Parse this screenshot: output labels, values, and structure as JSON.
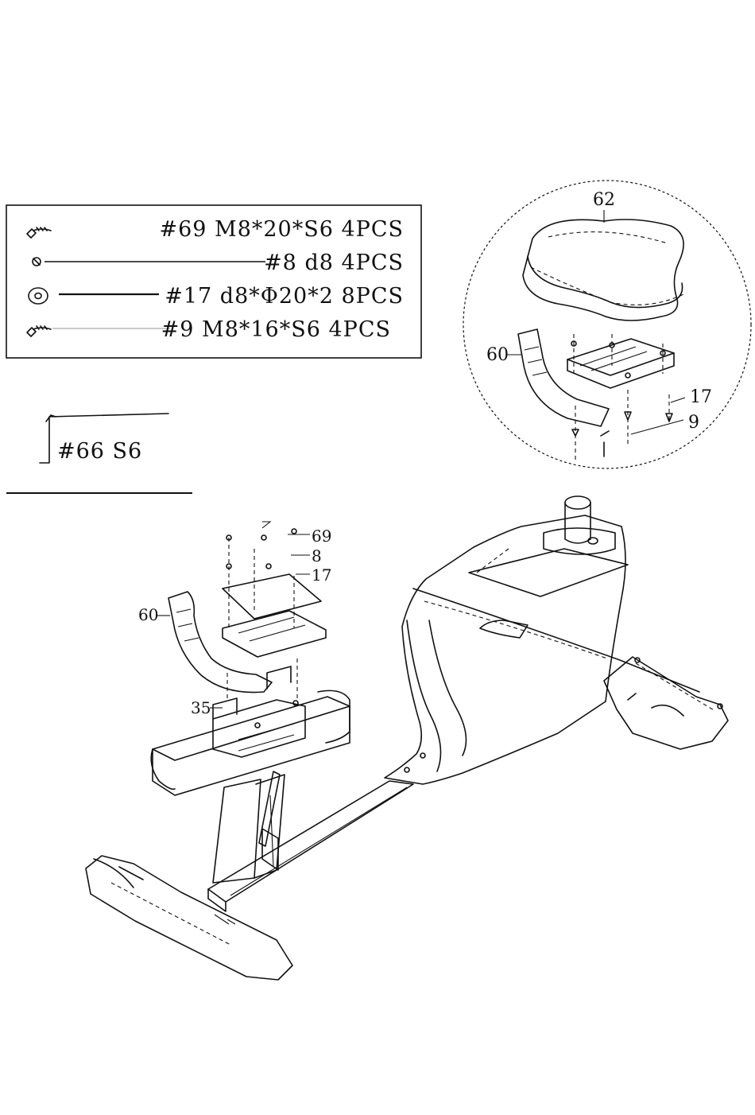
{
  "hardware_box": {
    "rows": [
      {
        "icon": "bolt-icon",
        "text": "#69  M8*20*S6  4PCS"
      },
      {
        "icon": "washer-side-icon",
        "text": "#8  d8  4PCS"
      },
      {
        "icon": "flat-washer-icon",
        "text": "#17  d8*Φ20*2  8PCS"
      },
      {
        "icon": "bolt-icon",
        "text": "#9  M8*16*S6  4PCS"
      }
    ]
  },
  "tool": {
    "icon": "hex-key-icon",
    "text": "#66  S6"
  },
  "callouts": {
    "detail_seat": "62",
    "detail_bracket": "60",
    "detail_washer": "17",
    "detail_bolt": "9",
    "main_bolt": "69",
    "main_spring_washer": "8",
    "main_washer": "17",
    "main_bracket": "60",
    "main_slider": "35"
  }
}
